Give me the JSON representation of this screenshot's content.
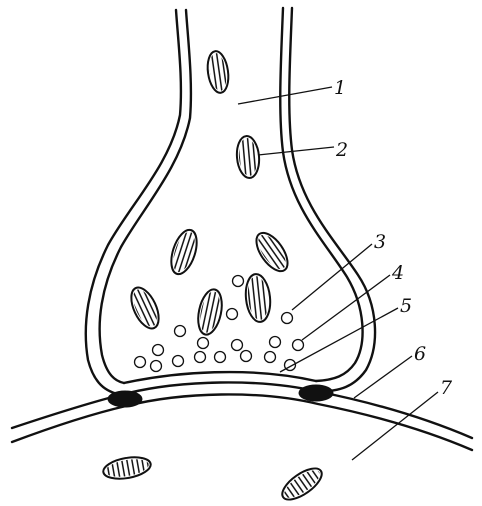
{
  "labels": [
    {
      "id": "1",
      "text": "1"
    },
    {
      "id": "2",
      "text": "2"
    },
    {
      "id": "3",
      "text": "3"
    },
    {
      "id": "4",
      "text": "4"
    },
    {
      "id": "5",
      "text": "5"
    },
    {
      "id": "6",
      "text": "6"
    },
    {
      "id": "7",
      "text": "7"
    }
  ]
}
